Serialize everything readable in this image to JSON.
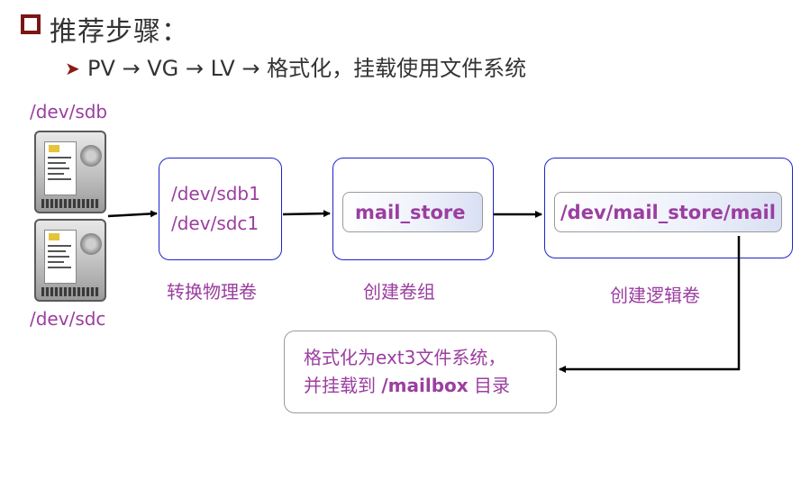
{
  "heading": "推荐步骤：",
  "subheading": "PV → VG → LV → 格式化，挂载使用文件系统",
  "disks": {
    "top_label": "/dev/sdb",
    "bottom_label": "/dev/sdc"
  },
  "pv": {
    "items": [
      "/dev/sdb1",
      "/dev/sdc1"
    ],
    "caption": "转换物理卷"
  },
  "vg": {
    "name": "mail_store",
    "caption": "创建卷组"
  },
  "lv": {
    "name": "/dev/mail_store/mail",
    "caption": "创建逻辑卷"
  },
  "format": {
    "line1": "格式化为ext3文件系统，",
    "line2_prefix": "并挂载到 ",
    "line2_path": "/mailbox",
    "line2_suffix": " 目录"
  },
  "colors": {
    "accent_text": "#9b3ea0",
    "box_border": "#1c25c9",
    "bullet": "#7a1712"
  },
  "icons": [
    "hard-disk-icon",
    "bullet-square-icon",
    "arrow-right-icon"
  ]
}
